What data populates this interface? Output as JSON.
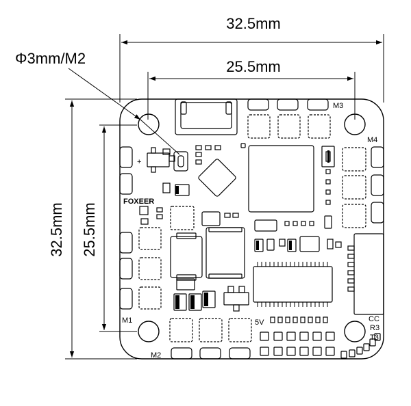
{
  "dimensions": {
    "outer_width": "32.5mm",
    "inner_width": "25.5mm",
    "outer_height": "32.5mm",
    "inner_height": "25.5mm",
    "hole_callout": "Φ3mm/M2"
  },
  "board": {
    "brand": "FOXEER",
    "mount_labels": {
      "m1": "M1",
      "m2": "M2",
      "m3": "M3",
      "m4": "M4"
    },
    "pad_labels": {
      "cc": "CC",
      "r3": "R3",
      "t3": "T3",
      "v5": "5V"
    },
    "plus": "+"
  },
  "colors": {
    "line": "#000000",
    "background": "#ffffff"
  }
}
